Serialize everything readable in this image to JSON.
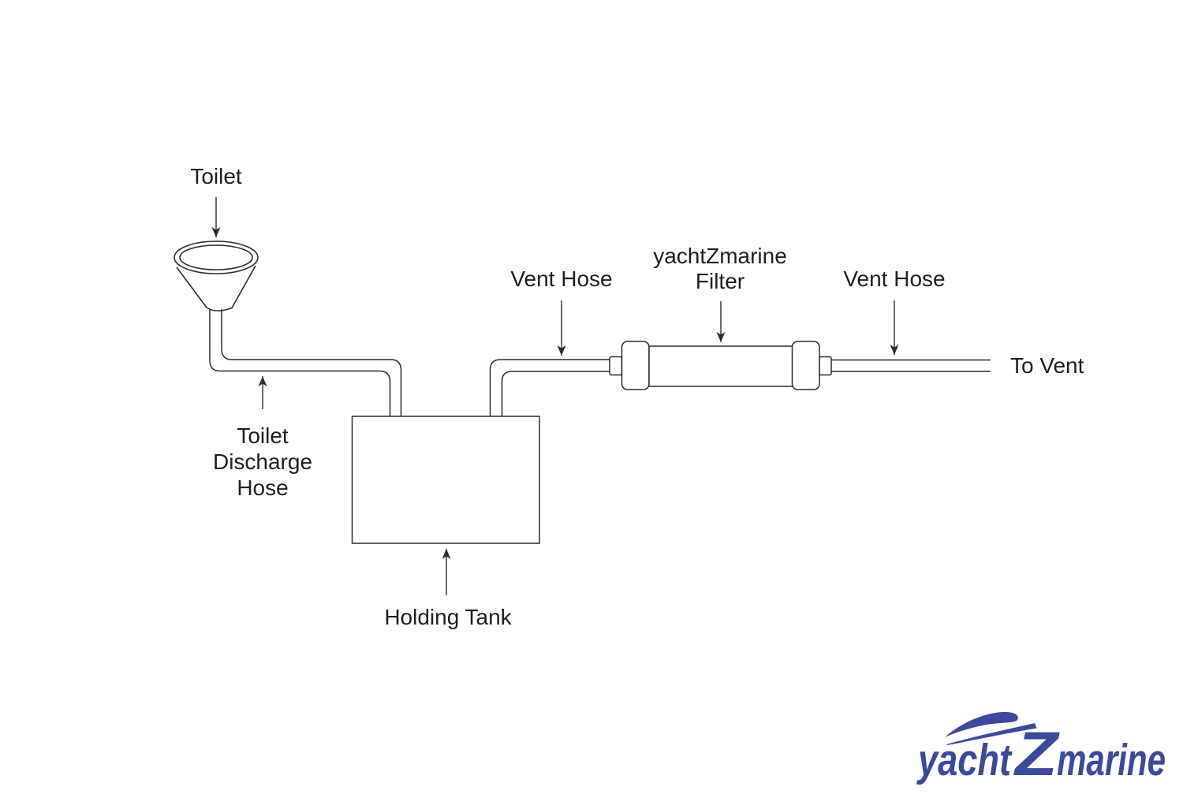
{
  "colors": {
    "background": "#ffffff",
    "line": "#2d2d2d",
    "text": "#1f1f1f",
    "logo_blue": "#3b4a9f"
  },
  "labels": {
    "toilet": "Toilet",
    "toilet_discharge_hose": {
      "line1": "Toilet",
      "line2": "Discharge",
      "line3": "Hose"
    },
    "holding_tank": "Holding Tank",
    "vent_hose_left": "Vent Hose",
    "filter": {
      "line1": "yachtZmarine",
      "line2": "Filter"
    },
    "vent_hose_right": "Vent Hose",
    "to_vent": "To Vent"
  },
  "logo": {
    "part_yacht": "yacht",
    "part_z": "Z",
    "part_marine": "marine"
  },
  "icons": {
    "toilet_symbol": "funnel-shape",
    "holding_tank_symbol": "rectangle",
    "filter_symbol": "cylinder-with-end-caps",
    "hose_symbol": "double-line-tube",
    "logo_mark": "yacht-swoosh"
  }
}
